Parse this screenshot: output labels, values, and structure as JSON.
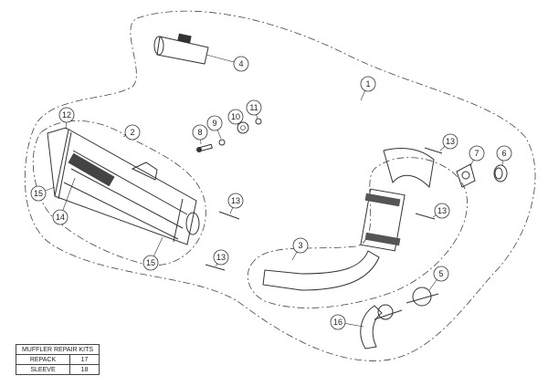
{
  "diagram": {
    "callouts": [
      {
        "label": "1"
      },
      {
        "label": "2"
      },
      {
        "label": "3"
      },
      {
        "label": "4"
      },
      {
        "label": "5"
      },
      {
        "label": "6"
      },
      {
        "label": "7"
      },
      {
        "label": "8"
      },
      {
        "label": "9"
      },
      {
        "label": "10"
      },
      {
        "label": "11"
      },
      {
        "label": "12"
      },
      {
        "label": "13"
      },
      {
        "label": "13"
      },
      {
        "label": "13"
      },
      {
        "label": "13"
      },
      {
        "label": "14"
      },
      {
        "label": "15"
      },
      {
        "label": "15"
      },
      {
        "label": "16"
      }
    ]
  },
  "repair_kits": {
    "title": "MUFFLER REPAIR KITS",
    "rows": [
      {
        "name": "REPACK",
        "number": "17"
      },
      {
        "name": "SLEEVE",
        "number": "18"
      }
    ]
  }
}
